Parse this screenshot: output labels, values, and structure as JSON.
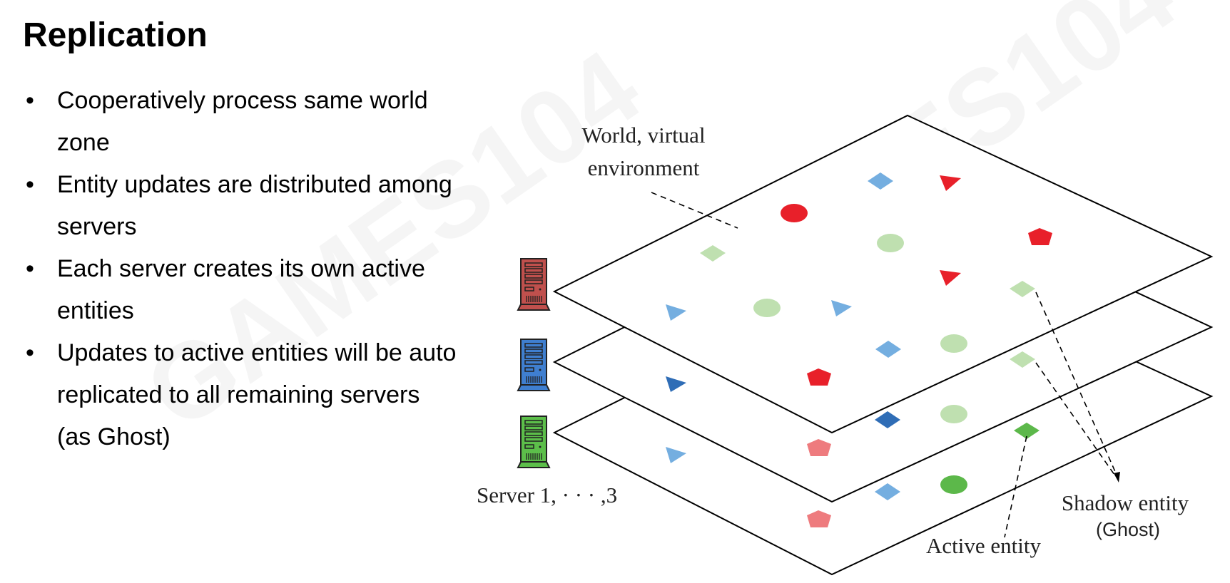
{
  "slide": {
    "title": "Replication",
    "bullets": [
      "Cooperatively process same world zone",
      "Entity updates are distributed among servers",
      "Each server creates its own active entities",
      "Updates to active entities will be auto replicated to all remaining servers (as Ghost)"
    ],
    "bullet_symbol": "•",
    "watermark": "GAMES104"
  },
  "diagram": {
    "world_label_line1": "World, virtual",
    "world_label_line2": "environment",
    "server_label": "Server 1, · · · ,3",
    "shadow_label": "Shadow entity",
    "ghost_label": "(Ghost)",
    "active_label": "Active entity",
    "colors": {
      "server1": "#c0504d",
      "server2": "#3f7fd0",
      "server3": "#5cbf4a",
      "red": "#e8202a",
      "pink": "#ee7b7e",
      "light_blue": "#74aee0",
      "dark_blue": "#2f6db6",
      "light_green": "#bfe0b0",
      "green": "#5cb84a"
    }
  }
}
